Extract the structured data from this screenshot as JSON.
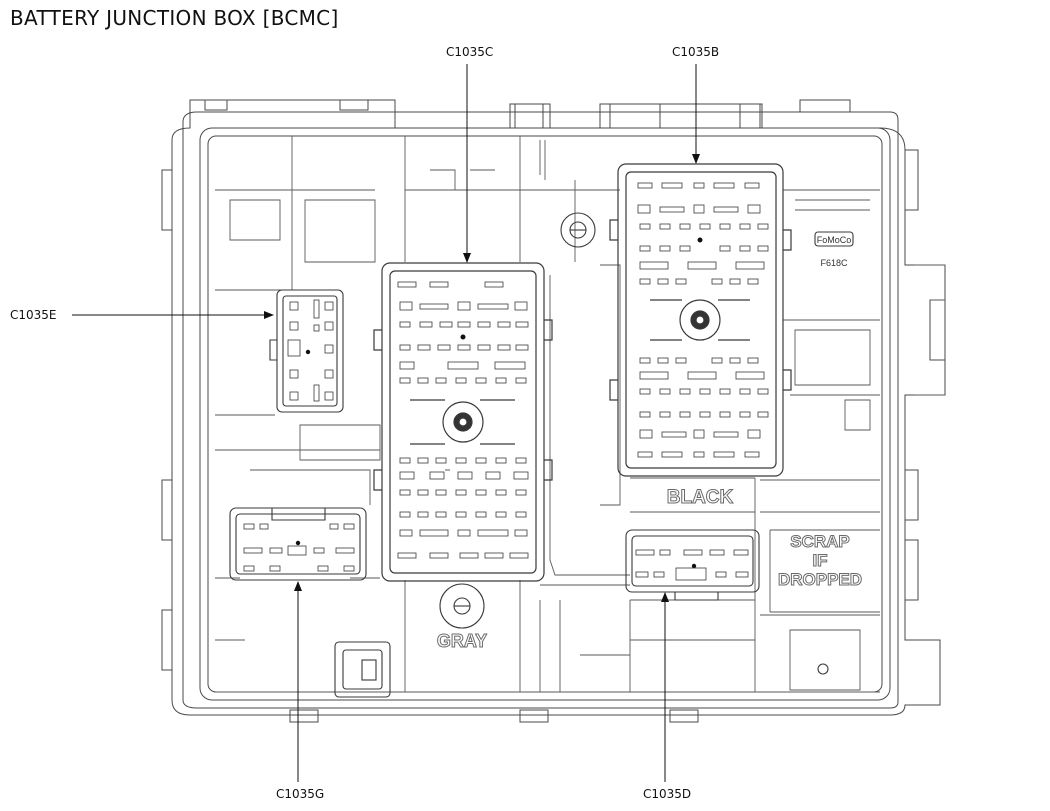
{
  "title": "BATTERY JUNCTION BOX [BCMC]",
  "connectors": {
    "c1035c": "C1035C",
    "c1035b": "C1035B",
    "c1035e": "C1035E",
    "c1035g": "C1035G",
    "c1035d": "C1035D"
  },
  "markings": {
    "black": "BLACK",
    "gray": "GRAY",
    "scrap_line1": "SCRAP",
    "scrap_line2": "IF",
    "scrap_line3": "DROPPED",
    "fomoco": "FoMoCo",
    "part_code": "F618C"
  }
}
